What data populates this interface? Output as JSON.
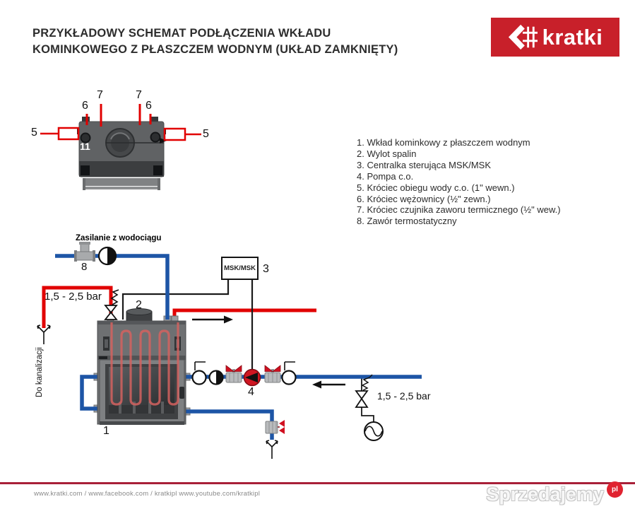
{
  "title": {
    "line1": "PRZYKŁADOWY SCHEMAT PODŁĄCZENIA WKŁADU",
    "line2": "KOMINKOWEGO Z PŁASZCZEM WODNYM (UKŁAD ZAMKNIĘTY)"
  },
  "logo": {
    "brand": "kratki"
  },
  "legend": {
    "items": [
      "1. Wkład kominkowy z płaszczem wodnym",
      "2. Wylot spalin",
      "3. Centralka sterująca MSK/MSK",
      "4. Pompa c.o.",
      "5. Króciec obiegu wody c.o. (1\" wewn.)",
      "6. Króciec wężownicy (½\" zewn.)",
      "7. Króciec czujnika zaworu termicznego (½\" wew.)",
      "8. Zawór termostatyczny"
    ]
  },
  "top_view": {
    "label_5": "5",
    "label_6": "6",
    "label_7": "7",
    "model": "11"
  },
  "diagram": {
    "supply_label": "Zasilanie z wodociągu",
    "pressure_left": "1,5 - 2,5 bar",
    "pressure_right": "1,5 - 2,5 bar",
    "drain_label": "Do kanalizacji",
    "controller_label": "MSK/MSK",
    "num_1": "1",
    "num_2": "2",
    "num_3": "3",
    "num_4": "4",
    "num_8": "8"
  },
  "footer": {
    "links": "www.kratki.com / www.facebook.com / kratkipl www.youtube.com/kratkipl",
    "watermark": "Sprzedajemy",
    "watermark_tld": "pl"
  },
  "colors": {
    "hot_pipe_red": "#e10000",
    "cold_pipe_blue": "#1d55a6",
    "logo_red": "#c8202a",
    "footer_line_red": "#a82038",
    "coil_red": "#d4625f"
  }
}
